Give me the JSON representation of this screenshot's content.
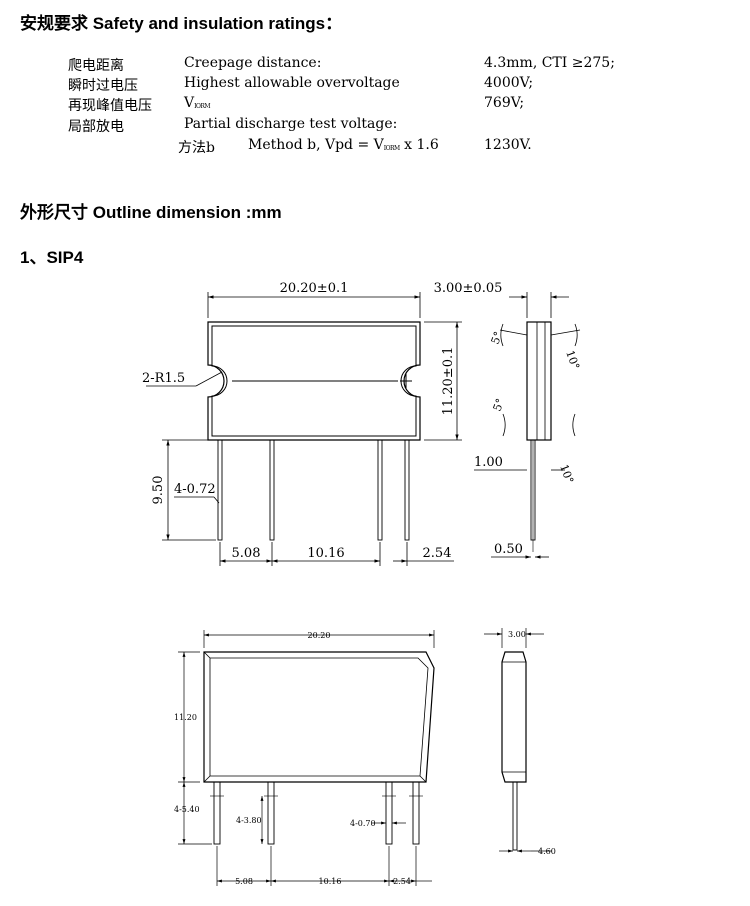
{
  "headings": {
    "safety": "安规要求  Safety and insulation ratings：",
    "outline": "外形尺寸  Outline dimension :mm",
    "sip4": "1、SIP4"
  },
  "ratings": [
    {
      "cn": "爬电距离",
      "en": "Creepage distance:",
      "value": "4.3mm, CTI ≥275;"
    },
    {
      "cn": "瞬时过电压",
      "en": "Highest allowable overvoltage",
      "value": "4000V;"
    },
    {
      "cn": "再现峰值电压",
      "en_main": "V",
      "en_sub": "IORM",
      "value": "769V;"
    },
    {
      "cn": "局部放电",
      "en": "Partial discharge test voltage:",
      "value": ""
    }
  ],
  "method": {
    "cn": "方法b",
    "en_prefix": "Method b, Vpd = V",
    "en_sub": "IORM",
    "en_suffix": " x 1.6",
    "value": "1230V."
  },
  "drawing1": {
    "width": "20.20±0.1",
    "thickness": "3.00±0.05",
    "height": "11.20±0.1",
    "radius": "2-R1.5",
    "pin_len": "9.50",
    "pins": "4-0.72",
    "p1": "5.08",
    "p2": "10.16",
    "p3": "2.54",
    "t1": "1.00",
    "t2": "0.50",
    "a1": "5°",
    "a2": "10°",
    "a3": "5°",
    "a4": "10°"
  },
  "drawing2": {
    "width": "20.20",
    "thickness": "3.00",
    "height": "11.20",
    "pin_len": "4-5.40",
    "pinA": "4-3.80",
    "pinB": "4-0.70",
    "p1": "5.08",
    "p2": "10.16",
    "p3": "2.54",
    "lead": "4.60"
  }
}
